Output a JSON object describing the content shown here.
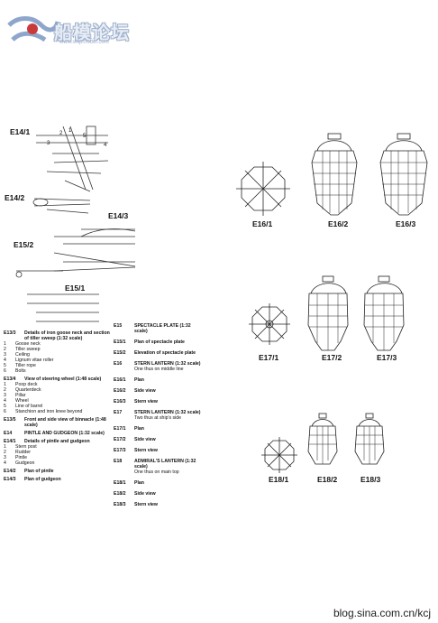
{
  "logo": {
    "text": "船模论坛",
    "sub": "www.shipmodel.com"
  },
  "figure_labels": {
    "e14_1": "E14/1",
    "e14_2": "E14/2",
    "e14_3": "E14/3",
    "e15_2": "E15/2",
    "e15_1": "E15/1",
    "e16_1": "E16/1",
    "e16_2": "E16/2",
    "e16_3": "E16/3",
    "e17_1": "E17/1",
    "e17_2": "E17/2",
    "e17_3": "E17/3",
    "e18_1": "E18/1",
    "e18_2": "E18/2",
    "e18_3": "E18/3"
  },
  "callouts": {
    "c1": "1",
    "c2": "2",
    "c3": "3",
    "c4": "4",
    "c5": "5"
  },
  "legend_left": [
    {
      "code": "E13/3",
      "title": "Details of iron goose neck and section of tiller sweep (1:32 scale)",
      "items": [
        [
          "1",
          "Goose neck"
        ],
        [
          "2",
          "Tiller sweep"
        ],
        [
          "3",
          "Ceiling"
        ],
        [
          "4",
          "Lignum vitae roller"
        ],
        [
          "5",
          "Tiller rope"
        ],
        [
          "6",
          "Bolts"
        ]
      ]
    },
    {
      "code": "E13/4",
      "title": "View of steering wheel (1:48 scale)",
      "items": [
        [
          "1",
          "Poop deck"
        ],
        [
          "2",
          "Quarterdeck"
        ],
        [
          "3",
          "Pillar"
        ],
        [
          "4",
          "Wheel"
        ],
        [
          "5",
          "Line of barrel"
        ],
        [
          "6",
          "Stanchion and iron knee beyond"
        ]
      ]
    },
    {
      "code": "E13/5",
      "title": "Front and side view of binnacle (1:48 scale)",
      "items": []
    },
    {
      "code": "E14",
      "title": "PINTLE AND GUDGEON (1:32 scale)",
      "items": []
    },
    {
      "code": "E14/1",
      "title": "Details of pintle and gudgeon",
      "items": [
        [
          "1",
          "Stern post"
        ],
        [
          "2",
          "Rudder"
        ],
        [
          "3",
          "Pintle"
        ],
        [
          "4",
          "Gudgeon"
        ]
      ]
    },
    {
      "code": "E14/2",
      "title": "Plan of pintle",
      "items": []
    },
    {
      "code": "E14/3",
      "title": "Plan of gudgeon",
      "items": []
    }
  ],
  "legend_right": [
    {
      "code": "E15",
      "title": "SPECTACLE PLATE (1:32 scale)",
      "note": ""
    },
    {
      "code": "E15/1",
      "title": "Plan of spectacle plate",
      "note": ""
    },
    {
      "code": "E15/2",
      "title": "Elevation of spectacle plate",
      "note": ""
    },
    {
      "code": "E16",
      "title": "STERN LANTERN (1:32 scale)",
      "note": "One thus on middle line"
    },
    {
      "code": "E16/1",
      "title": "Plan",
      "note": ""
    },
    {
      "code": "E16/2",
      "title": "Side view",
      "note": ""
    },
    {
      "code": "E16/3",
      "title": "Stern view",
      "note": ""
    },
    {
      "code": "E17",
      "title": "STERN LANTERN (1:32 scale)",
      "note": "Two thus at ship's side"
    },
    {
      "code": "E17/1",
      "title": "Plan",
      "note": ""
    },
    {
      "code": "E17/2",
      "title": "Side view",
      "note": ""
    },
    {
      "code": "E17/3",
      "title": "Stern view",
      "note": ""
    },
    {
      "code": "E18",
      "title": "ADMIRAL'S LANTERN (1:32 scale)",
      "note": "One thus on main top"
    },
    {
      "code": "E18/1",
      "title": "Plan",
      "note": ""
    },
    {
      "code": "E18/2",
      "title": "Side view",
      "note": ""
    },
    {
      "code": "E18/3",
      "title": "Stern view",
      "note": ""
    }
  ],
  "watermark": "blog.sina.com.cn/kcj"
}
